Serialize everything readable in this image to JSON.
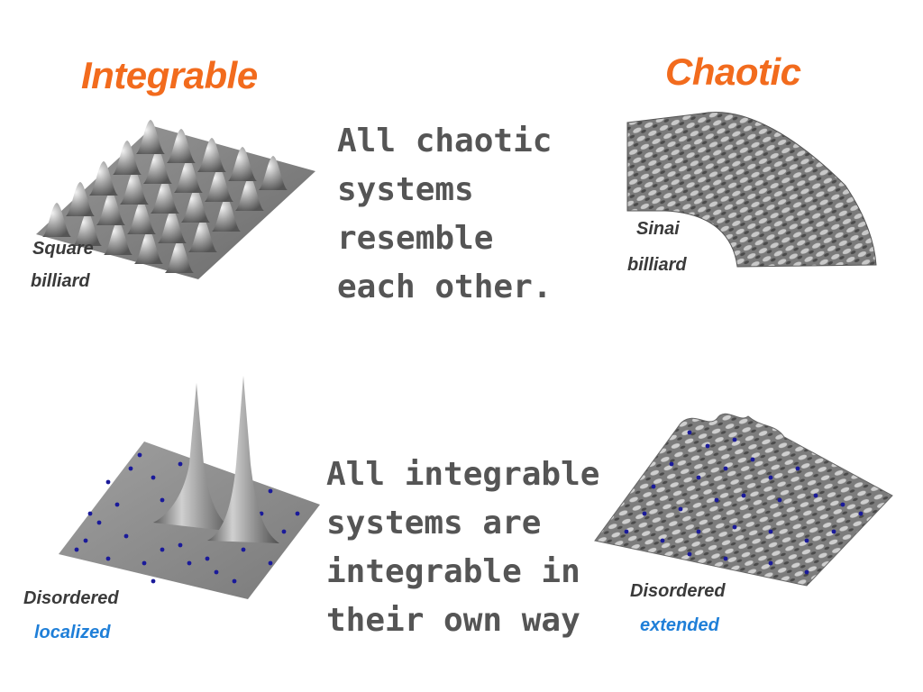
{
  "headings": {
    "integrable": "Integrable",
    "chaotic": "Chaotic"
  },
  "panels": {
    "square": {
      "caption_line1": "Square",
      "caption_line2": "billiard"
    },
    "sinai": {
      "caption_line1": "Sinai",
      "caption_line2": "billiard"
    },
    "localized": {
      "caption_line1": "Disordered",
      "caption_line2": "localized"
    },
    "extended": {
      "caption_line1": "Disordered",
      "caption_line2": "extended"
    }
  },
  "quotes": {
    "chaotic": [
      "All chaotic",
      "systems",
      "resemble",
      "each other."
    ],
    "integrable": [
      "All integrable",
      "systems are",
      "integrable in",
      "their own way"
    ]
  },
  "colors": {
    "heading": "#f26b1d",
    "caption": "#3a3a3a",
    "caption_highlight": "#1f7fd8",
    "quote": "#555555",
    "surface": "#8a8a8a",
    "impurity_dots": "#1a1a9a"
  }
}
